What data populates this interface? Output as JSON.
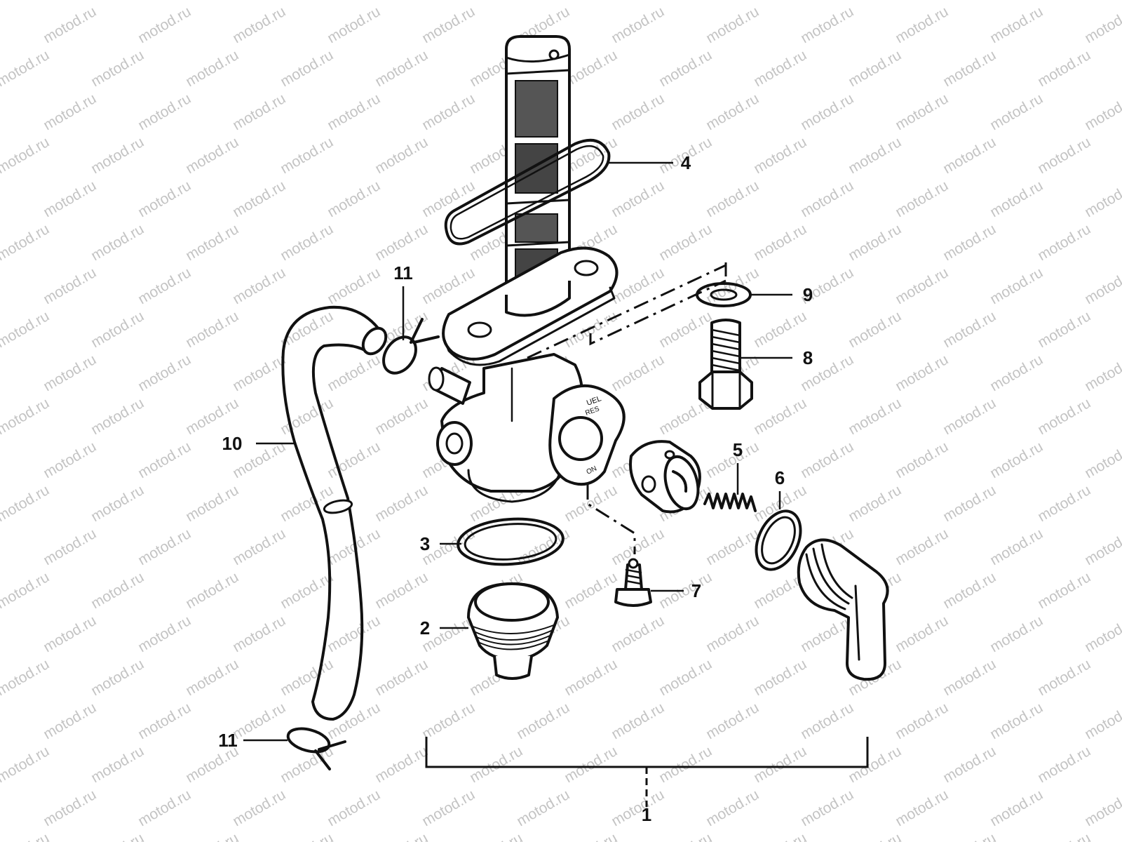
{
  "watermark": "motod.ru",
  "colors": {
    "ink": "#111111",
    "background": "#ffffff",
    "watermark": "#c4c4c4"
  },
  "parts": {
    "assembly": "1",
    "cup": "2",
    "o_ring": "3",
    "filter_gasket": "4",
    "spring": "5",
    "washer_lever": "6",
    "screw": "7",
    "bolt": "8",
    "washer_bolt": "9",
    "hose": "10",
    "clip_top": "11",
    "clip_bottom": "11"
  },
  "valve_plate": {
    "top_text": "UEL",
    "mid_text": "RES",
    "bottom_text": "ON"
  }
}
